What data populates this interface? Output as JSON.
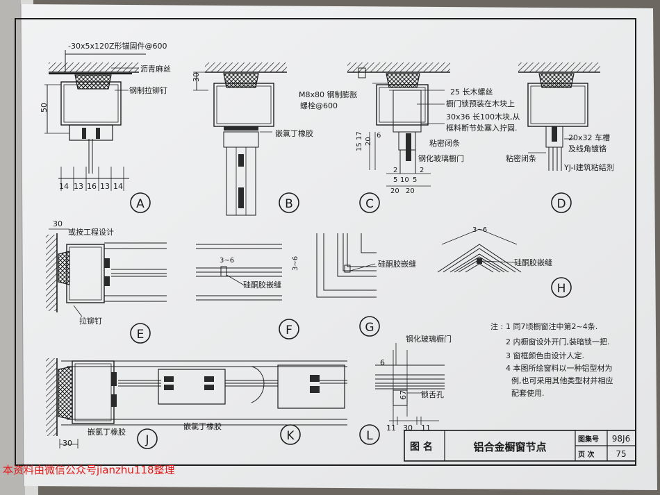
{
  "drawing": {
    "title_block": {
      "label_name": "图  名",
      "drawing_title": "铝合金橱窗节点",
      "label_atlas": "图集号",
      "atlas_no": "98J6",
      "label_page": "页  次",
      "page_no": "75"
    },
    "detail_labels": [
      "A",
      "B",
      "C",
      "D",
      "E",
      "F",
      "G",
      "H",
      "J",
      "K",
      "L"
    ],
    "annotations": {
      "a_anchor": "-30x5x120Z形锚固件@600",
      "a_asphalt": "沥青麻丝",
      "a_rivet": "钢制拉铆钉",
      "a_dim50": "50",
      "a_dims_bottom": [
        "14",
        "13",
        "16",
        "13",
        "14"
      ],
      "b_dim30": "30",
      "b_rubber": "嵌氯丁橡胶",
      "c_bolt": "M8x80 钢制膨胀",
      "c_bolt2": "螺栓@600",
      "c_screw": "25 长木螺丝",
      "c_lock": "橱门锁预装在木块上",
      "c_block": "30x36 长100木块,从",
      "c_block2": "框料断节处塞入拧固.",
      "c_strip": "粘密闭条",
      "c_glassdoor": "钢化玻璃橱门",
      "c_dims_left": [
        "15",
        "17",
        "20",
        "6"
      ],
      "c_dims_bottom": [
        "2",
        "5",
        "10",
        "5",
        "2",
        "20",
        "20"
      ],
      "d_slot": "20x32 车槽",
      "d_slot2": "及线角镀铬",
      "d_strip": "粘密闭条",
      "d_glue": "YJ-I建筑粘结剂",
      "e_dim30": "30",
      "e_design": "或按工程设计",
      "e_rivet": "拉铆钉",
      "f_dim": "3~6",
      "f_silicone": "硅酮胶嵌缝",
      "fg_dim": "3~6",
      "g_silicone": "硅酮胶嵌缝",
      "h_dim": "3~6",
      "h_silicone": "硅酮胶嵌缝",
      "j_rubber": "嵌氯丁橡胶",
      "j_dim30": "30",
      "k_rubber": "嵌氯丁橡胶",
      "l_glassdoor": "钢化玻璃橱门",
      "l_dim6": "6",
      "l_dim67": "67",
      "l_lockhole": "锁舌孔",
      "l_dims_bottom": [
        "11",
        "30",
        "11"
      ]
    },
    "notes": {
      "prefix": "注 :",
      "items": [
        "1 同7顷橱窗注中第2~4条.",
        "2 内橱窗设外开门,装暗锁一把.",
        "3 窗框颜色由设计人定.",
        "4 本图所绘窗料以一种铝型材为",
        "例,也可采用其他类型材并相应",
        "配套使用."
      ]
    },
    "watermark": "本资料由微信公众号jianzhu118整理"
  }
}
